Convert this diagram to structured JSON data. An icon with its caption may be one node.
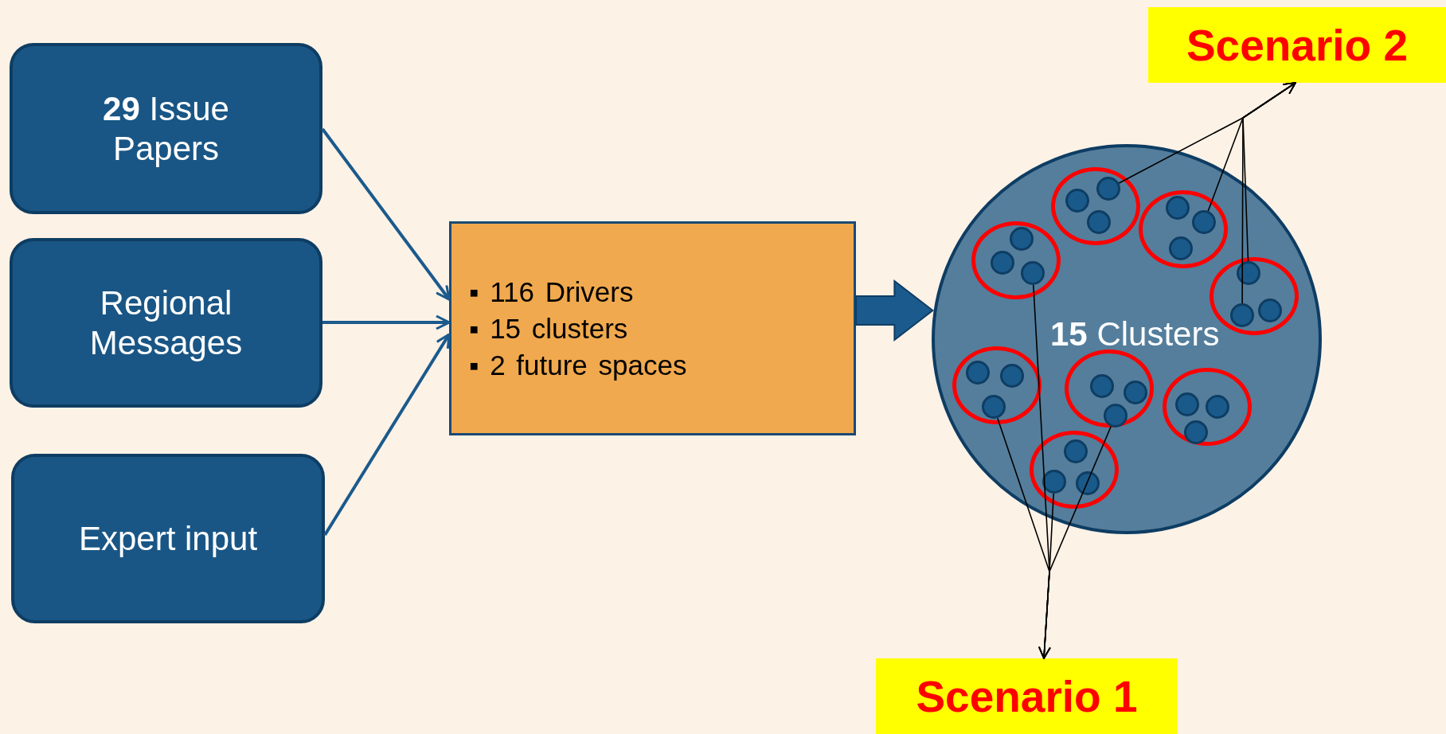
{
  "diagram": {
    "nodes": [
      {
        "text": [
          "**29** Issue Papers"
        ]
      },
      {
        "text": [
          "Regional Messages"
        ]
      },
      {
        "text": [
          "Expert input"
        ]
      },
      {
        "text": [
          "▪ 116 Drivers",
          "▪ 15 clusters",
          "▪ 2 future spaces"
        ]
      },
      {
        "text": [
          "**15** Clusters"
        ]
      },
      {
        "text": [],
        "shape": "ellipse",
        "in": 4
      },
      {
        "text": [],
        "shape": "circle",
        "in": 5
      },
      {
        "text": [],
        "shape": "circle",
        "in": 5
      },
      {
        "text": [],
        "shape": "circle",
        "in": 5
      },
      {
        "text": [],
        "shape": "ellipse",
        "in": 4
      },
      {
        "text": [],
        "shape": "circle",
        "in": 9
      },
      {
        "text": [],
        "shape": "circle",
        "in": 9
      },
      {
        "text": [],
        "shape": "circle",
        "in": 9
      },
      {
        "text": [],
        "shape": "ellipse",
        "in": 4
      },
      {
        "text": [],
        "shape": "circle",
        "in": 13
      },
      {
        "text": [],
        "shape": "circle",
        "in": 13
      },
      {
        "text": [],
        "shape": "circle",
        "in": 13
      },
      {
        "text": [],
        "shape": "ellipse",
        "in": 4
      },
      {
        "text": [],
        "shape": "circle",
        "in": 17
      },
      {
        "text": [],
        "shape": "circle",
        "in": 17
      },
      {
        "text": [],
        "shape": "circle",
        "in": 17
      },
      {
        "text": [],
        "shape": "ellipse",
        "in": 4
      },
      {
        "text": [],
        "shape": "circle",
        "in": 21
      },
      {
        "text": [],
        "shape": "circle",
        "in": 21
      },
      {
        "text": [],
        "shape": "circle",
        "in": 21
      },
      {
        "text": [],
        "shape": "ellipse",
        "in": 4
      },
      {
        "text": [],
        "shape": "circle",
        "in": 25
      },
      {
        "text": [],
        "shape": "circle",
        "in": 25
      },
      {
        "text": [],
        "shape": "circle",
        "in": 25
      },
      {
        "text": [],
        "shape": "ellipse",
        "in": 4
      },
      {
        "text": [],
        "shape": "circle",
        "in": 29
      },
      {
        "text": [],
        "shape": "circle",
        "in": 29
      },
      {
        "text": [],
        "shape": "circle",
        "in": 29
      },
      {
        "text": [],
        "shape": "ellipse",
        "in": 4
      },
      {
        "text": [],
        "shape": "circle",
        "in": 33
      },
      {
        "text": [],
        "shape": "circle",
        "in": 33
      },
      {
        "text": [],
        "shape": "circle",
        "in": 33
      },
      {
        "text": [
          "Scenario 2"
        ]
      },
      {
        "text": [
          "Scenario 1"
        ]
      }
    ],
    "edges": [
      {
        "from": 0,
        "to": 3,
        "arrow": "to",
        "color": "#1b5a8c"
      },
      {
        "from": 1,
        "to": 3,
        "arrow": "to",
        "color": "#1b5a8c"
      },
      {
        "from": 2,
        "to": 3,
        "arrow": "to",
        "color": "#1b5a8c"
      },
      {
        "from": 3,
        "to": 4,
        "arrow": "to",
        "style": "thick",
        "color": "#1b5a8c"
      },
      {
        "from": 11,
        "to": 37,
        "arrow": "to"
      },
      {
        "from": 15,
        "to": 37,
        "arrow": "to"
      },
      {
        "from": 18,
        "to": 37,
        "arrow": "to"
      },
      {
        "from": 19,
        "to": 37,
        "arrow": "to"
      },
      {
        "from": 8,
        "to": 38,
        "arrow": "to"
      },
      {
        "from": 24,
        "to": 38,
        "arrow": "to"
      },
      {
        "from": 35,
        "to": 38,
        "arrow": "to"
      },
      {
        "from": 28,
        "to": 38,
        "arrow": "to"
      }
    ]
  }
}
